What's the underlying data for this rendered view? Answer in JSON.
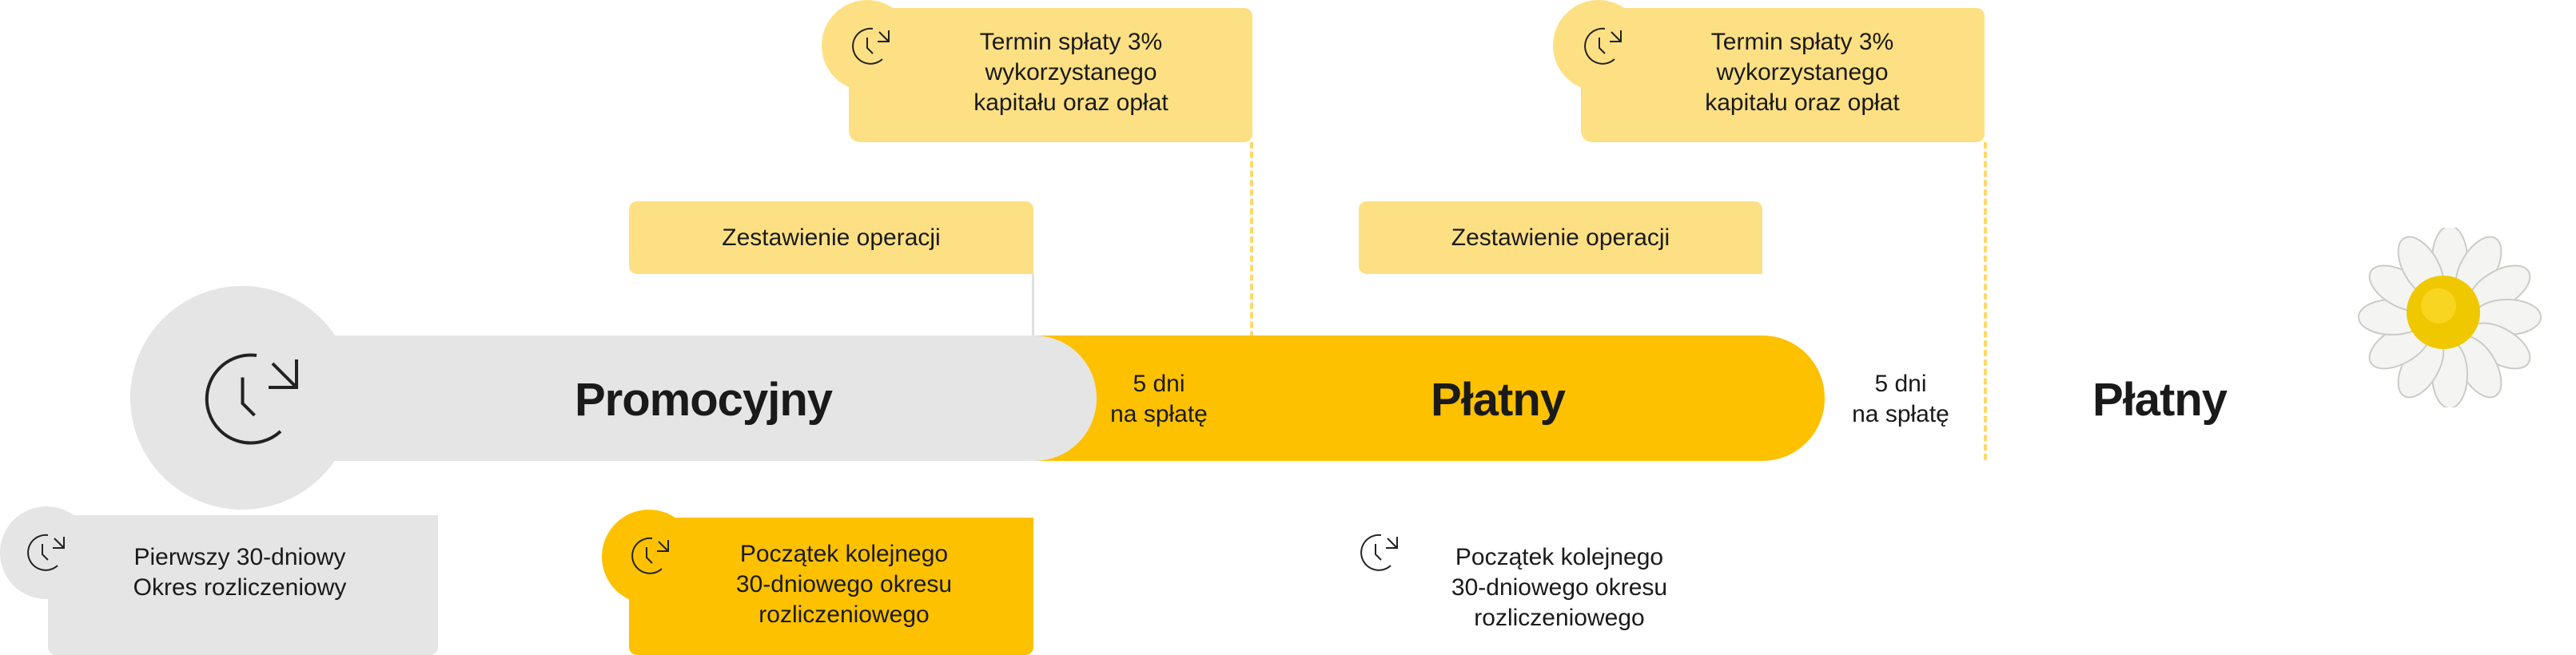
{
  "colors": {
    "grey": "#e5e5e5",
    "yellow": "#fdc100",
    "light_yellow": "#fde084"
  },
  "timeline": {
    "promo_label": "Promocyjny",
    "paid_label_1": "Płatny",
    "paid_label_2": "Płatny",
    "grace_1": {
      "line1": "5 dni",
      "line2": "na spłatę"
    },
    "grace_2": {
      "line1": "5 dni",
      "line2": "na spłatę"
    }
  },
  "top_cards": [
    {
      "line1": "Termin spłaty 3%",
      "line2": "wykorzystanego",
      "line3": "kapitału oraz opłat",
      "icon": "clock-icon"
    },
    {
      "line1": "Termin spłaty 3%",
      "line2": "wykorzystanego",
      "line3": "kapitału oraz opłat",
      "icon": "clock-icon"
    }
  ],
  "statement_cards": [
    {
      "label": "Zestawienie operacji"
    },
    {
      "label": "Zestawienie operacji"
    }
  ],
  "bottom_cards": [
    {
      "line1": "Pierwszy 30-dniowy",
      "line2": "Okres rozliczeniowy",
      "icon": "clock-icon"
    },
    {
      "line1": "Początek kolejnego",
      "line2": "30-dniowego okresu",
      "line3": "rozliczeniowego",
      "icon": "clock-icon"
    },
    {
      "line1": "Początek kolejnego",
      "line2": "30-dniowego okresu",
      "line3": "rozliczeniowego",
      "icon": "clock-icon"
    }
  ]
}
